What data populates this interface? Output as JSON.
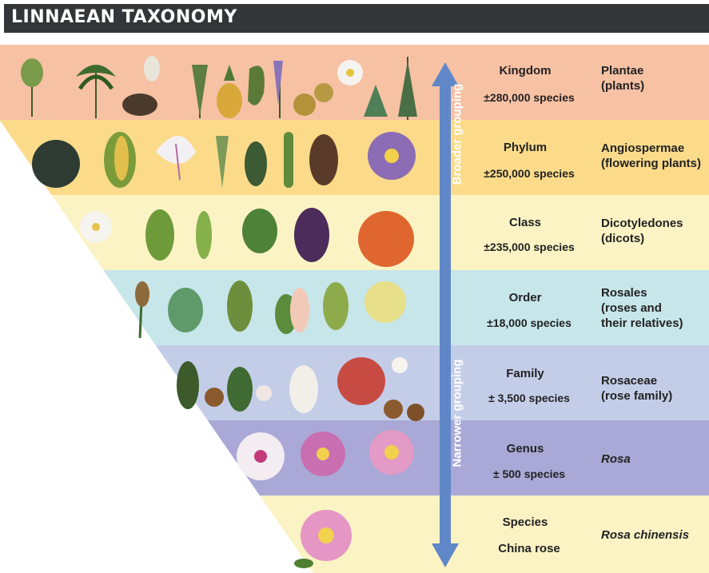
{
  "title": "LINNAEAN TAXONOMY",
  "axis": {
    "top_label": "Broader grouping",
    "bottom_label": "Narrower grouping"
  },
  "colors": {
    "title_bg": "#333538",
    "arrow": "#6088c8",
    "bands": [
      "#f7c1a4",
      "#fbdb8a",
      "#fbf3c4",
      "#c7e6ea",
      "#c4cde8",
      "#a9a8d6",
      "#fbf3c4"
    ]
  },
  "ranks": [
    {
      "rank": "Kingdom",
      "count": "±280,000 species",
      "taxon_lines": [
        "Plantae",
        "(plants)"
      ],
      "italic": false
    },
    {
      "rank": "Phylum",
      "count": "±250,000 species",
      "taxon_lines": [
        "Angiospermae",
        "(flowering plants)"
      ],
      "italic": false
    },
    {
      "rank": "Class",
      "count": "±235,000 species",
      "taxon_lines": [
        "Dicotyledones",
        "(dicots)"
      ],
      "italic": false
    },
    {
      "rank": "Order",
      "count": "±18,000 species",
      "taxon_lines": [
        "Rosales",
        "(roses and",
        "their relatives)"
      ],
      "italic": false
    },
    {
      "rank": "Family",
      "count": "± 3,500 species",
      "taxon_lines": [
        "Rosaceae",
        "(rose family)"
      ],
      "italic": false
    },
    {
      "rank": "Genus",
      "count": "± 500 species",
      "taxon_lines": [
        "Rosa"
      ],
      "italic": true
    },
    {
      "rank": "Species",
      "count": "China rose",
      "taxon_lines": [
        "Rosa chinensis"
      ],
      "italic": true
    }
  ],
  "illustrations": {
    "kingdom": "assorted-plants-icon",
    "phylum": "flowering-plants-icon",
    "class": "dicot-plants-icon",
    "order": "rosales-plants-icon",
    "family": "rose-family-icon",
    "genus": "rosa-flowers-icon",
    "species": "china-rose-icon"
  }
}
